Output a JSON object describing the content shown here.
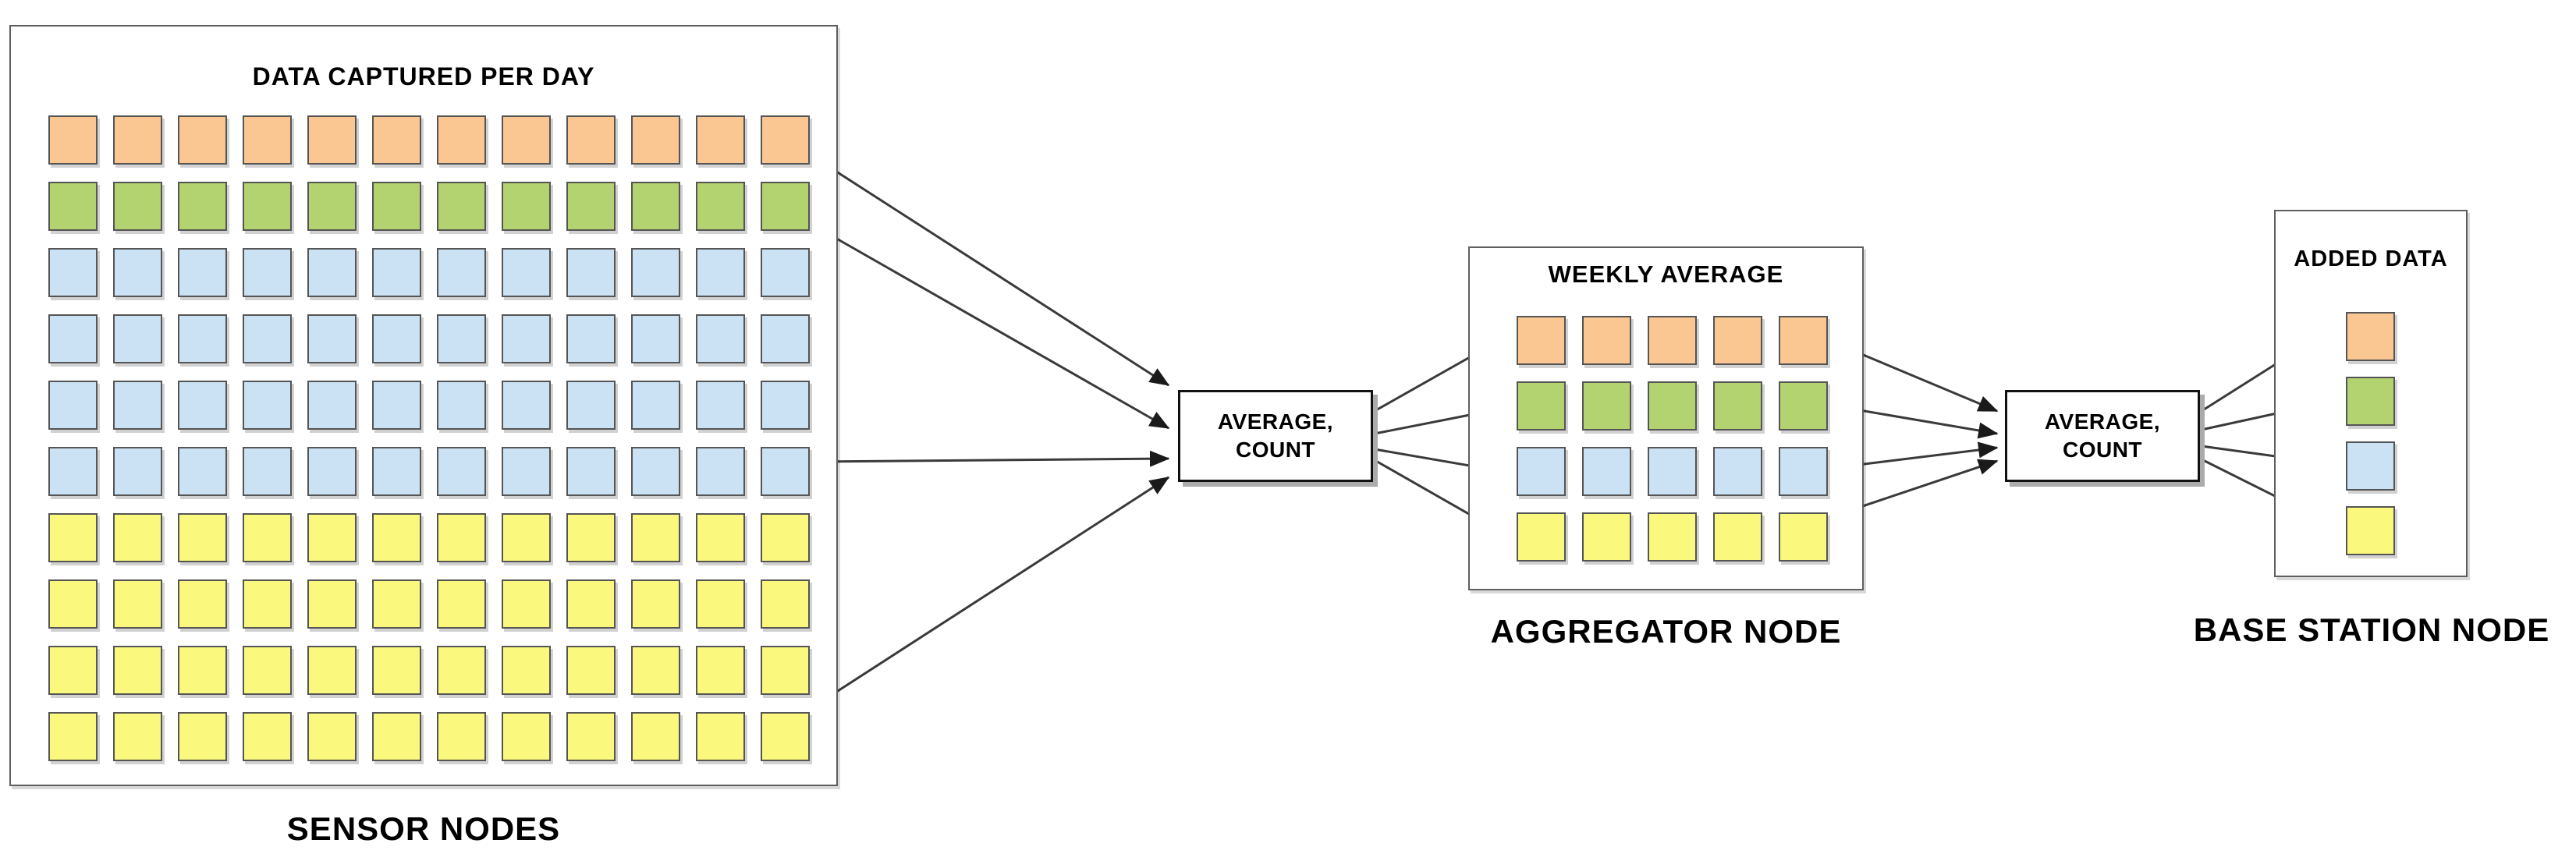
{
  "sensor": {
    "title": "DATA CAPTURED PER DAY",
    "label": "SENSOR NODES",
    "columns": 12,
    "row_colors": [
      "orange",
      "green",
      "blue",
      "blue",
      "blue",
      "blue",
      "yellow",
      "yellow",
      "yellow",
      "yellow"
    ]
  },
  "aggregator": {
    "title": "WEEKLY AVERAGE",
    "label": "AGGREGATOR NODE",
    "columns": 5,
    "row_colors": [
      "orange",
      "green",
      "blue",
      "yellow"
    ]
  },
  "base_station": {
    "title": "ADDED DATA",
    "label": "BASE STATION NODE",
    "columns": 1,
    "row_colors": [
      "orange",
      "green",
      "blue",
      "yellow"
    ]
  },
  "process_nodes": {
    "first": {
      "line1": "AVERAGE,",
      "line2": "COUNT"
    },
    "second": {
      "line1": "AVERAGE,",
      "line2": "COUNT"
    }
  },
  "palette": {
    "orange": "#FAC692",
    "green": "#B2D36F",
    "blue": "#CBE1F4",
    "yellow": "#FAF97E",
    "cell_border": "#555555",
    "box_border": "#5F5F5F",
    "process_border": "#111111",
    "arrow": "#3A3A3A",
    "text": "#000000"
  }
}
